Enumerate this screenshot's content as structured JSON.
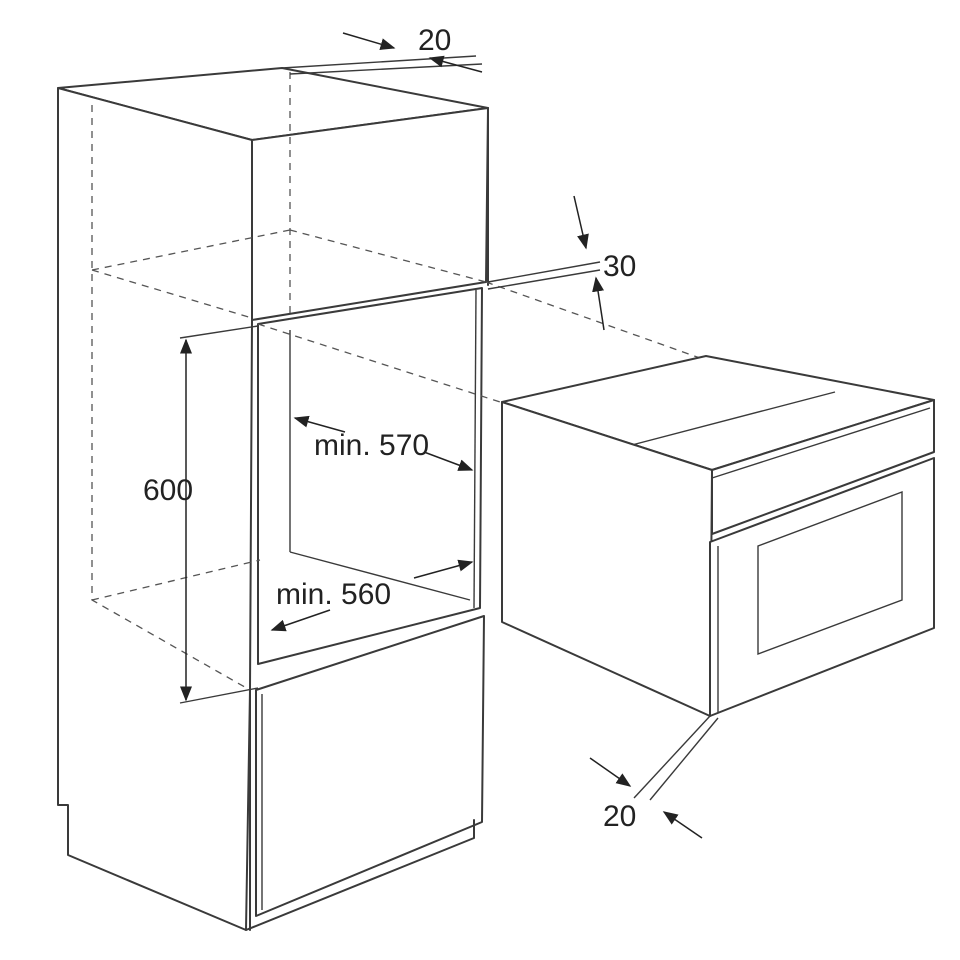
{
  "dimensions": {
    "top_gap": "20",
    "vertical_gap": "30",
    "niche_height": "600",
    "depth_min": "min. 570",
    "width_min": "min. 560",
    "front_offset": "20"
  },
  "colors": {
    "line": "#3a3a3a",
    "background": "#ffffff"
  }
}
